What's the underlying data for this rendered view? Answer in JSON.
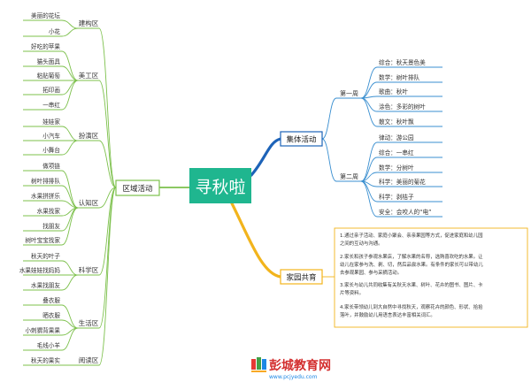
{
  "central": {
    "title": "寻秋啦"
  },
  "left": {
    "label": "区域活动",
    "groups": [
      {
        "label": "建构区",
        "items": [
          "美丽的花坛",
          "小花"
        ]
      },
      {
        "label": "美工区",
        "items": [
          "好吃的苹果",
          "猫头面具",
          "粘贴葡萄",
          "拓印画",
          "一串红"
        ]
      },
      {
        "label": "扮演区",
        "items": [
          "娃娃家",
          "小汽车",
          "小舞台"
        ]
      },
      {
        "label": "认知区",
        "items": [
          "做项链",
          "树叶排排队",
          "水果拼拼乐",
          "水果找家",
          "找朋友",
          "树叶宝宝找家"
        ]
      },
      {
        "label": "科学区",
        "items": [
          "秋天的叶子",
          "水果娃娃找妈妈",
          "水果找朋友"
        ]
      },
      {
        "label": "生活区",
        "items": [
          "叠衣服",
          "晒衣服",
          "小刺猬背果果",
          "毛线小羊"
        ]
      },
      {
        "label": "阅读区",
        "items": [
          "秋天的果实"
        ]
      }
    ]
  },
  "right_top": {
    "label": "集体活动",
    "weeks": [
      {
        "label": "第一周",
        "items": [
          "综合：秋天景色美",
          "数学：树叶排队",
          "歌曲：秋叶",
          "涂色：多彩的树叶",
          "散文：秋叶飘"
        ]
      },
      {
        "label": "第二周",
        "items": [
          "律动：游公园",
          "综合：一串红",
          "数学：分树叶",
          "科学：美丽的菊花",
          "科学：剥桔子",
          "安全：会咬人的“电”"
        ]
      }
    ]
  },
  "right_bottom": {
    "label": "家园共育",
    "notes": [
      [
        "1.通过亲子活动、家庭小聚会、亲亲果园等方式，促进家庭和幼儿园",
        "之间的互动与沟通。"
      ],
      [
        "2.家长和孩子参观水果店，了解水果的名称，选购喜欢吃的水果。让",
        "幼儿在家参与洗、剥、切，然后品尝水果。有条件的家长可以带幼儿",
        "去参观果园、参与采摘活动。"
      ],
      [
        "3.家长与幼儿共同收集有关秋天水果、树叶、花卉的图书、图片、卡",
        "片等资料。"
      ],
      [
        "4.家长带领幼儿到大自然中寻找秋天，观察花卉的颜色、形状、拾拾",
        "落叶，并鼓励幼儿用语言表达丰富相关词汇。"
      ]
    ]
  },
  "watermark": {
    "name": "彭城教育网",
    "url": "www.pcjyedu.com"
  },
  "colors": {
    "center": "#1fb68f",
    "green": "#7cc04b",
    "blue": "#1d63b8",
    "yellow": "#f2b41c"
  }
}
